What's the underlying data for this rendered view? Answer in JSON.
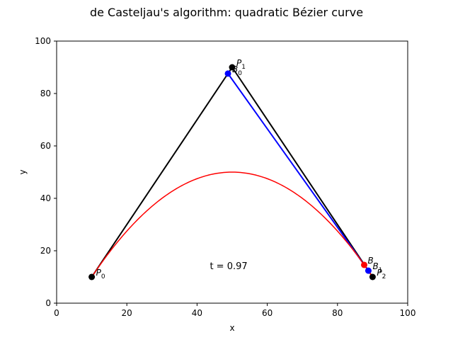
{
  "chart_data": {
    "type": "line",
    "title": "de Casteljau's algorithm: quadratic Bézier curve",
    "xlabel": "x",
    "ylabel": "y",
    "xlim": [
      0,
      100
    ],
    "ylim": [
      0,
      100
    ],
    "xticks": [
      "0",
      "20",
      "40",
      "60",
      "80",
      "100"
    ],
    "yticks": [
      "0",
      "20",
      "40",
      "60",
      "80",
      "100"
    ],
    "grid": false,
    "colors": {
      "control_polygon": "#000000",
      "intermediate_line": "#0000ff",
      "curve": "#ff0000",
      "point_on_curve": "#ff0000"
    },
    "control_points": [
      {
        "label": "P",
        "sub": "0",
        "x": 10,
        "y": 10
      },
      {
        "label": "P",
        "sub": "1",
        "x": 50,
        "y": 90
      },
      {
        "label": "P",
        "sub": "2",
        "x": 90,
        "y": 10
      }
    ],
    "intermediate_points": [
      {
        "label": "B",
        "sub": "0",
        "x": 48.8,
        "y": 87.6
      },
      {
        "label": "B",
        "sub": "1",
        "x": 88.8,
        "y": 12.4
      }
    ],
    "curve_point": {
      "label": "B",
      "x": 87.6,
      "y": 14.6
    },
    "parameter_text": "t = 0.97",
    "parameter_position": {
      "x": 49,
      "y": 13
    }
  }
}
